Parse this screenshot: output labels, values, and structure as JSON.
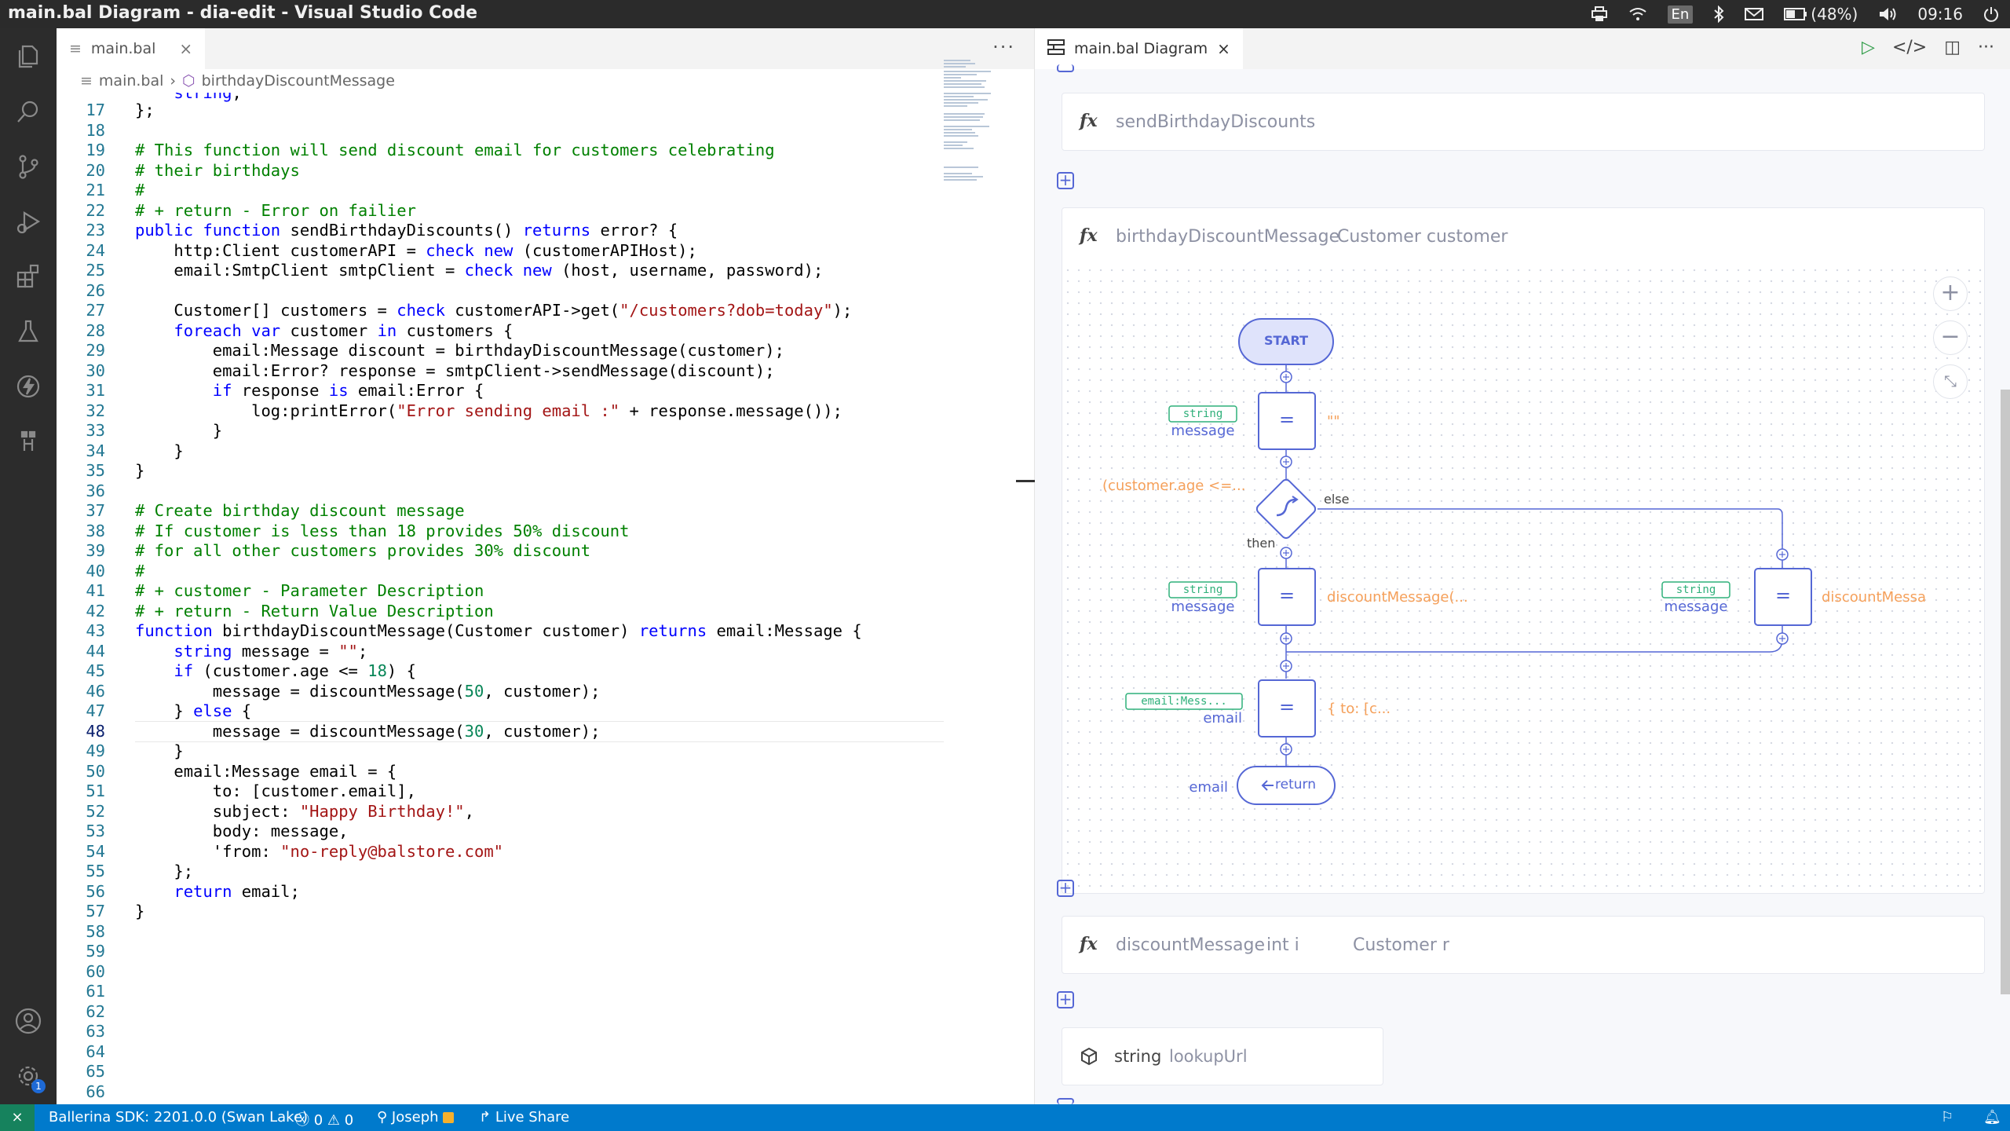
{
  "window": {
    "title": "main.bal Diagram - dia-edit - Visual Studio Code"
  },
  "tray": {
    "lang": "En",
    "battery": "(48%)",
    "time": "09:16"
  },
  "activity": {
    "settings_badge": "1"
  },
  "editor": {
    "tab_label": "main.bal",
    "more": "···",
    "breadcrumb_file": "main.bal",
    "breadcrumb_symbol": "birthdayDiscountMessage",
    "partial_top_line": "    string,",
    "lines": [
      {
        "n": "17",
        "t": "};"
      },
      {
        "n": "18",
        "t": ""
      },
      {
        "n": "19",
        "t": "# This function will send discount email for customers celebrating"
      },
      {
        "n": "20",
        "t": "# their birthdays"
      },
      {
        "n": "21",
        "t": "#"
      },
      {
        "n": "22",
        "t": "# + return - Error on failier"
      },
      {
        "n": "23",
        "t": "public function sendBirthdayDiscounts() returns error? {"
      },
      {
        "n": "24",
        "t": "    http:Client customerAPI = check new (customerAPIHost);"
      },
      {
        "n": "25",
        "t": "    email:SmtpClient smtpClient = check new (host, username, password);"
      },
      {
        "n": "26",
        "t": ""
      },
      {
        "n": "27",
        "t": "    Customer[] customers = check customerAPI->get(\"/customers?dob=today\");"
      },
      {
        "n": "28",
        "t": "    foreach var customer in customers {"
      },
      {
        "n": "29",
        "t": "        email:Message discount = birthdayDiscountMessage(customer);"
      },
      {
        "n": "30",
        "t": "        email:Error? response = smtpClient->sendMessage(discount);"
      },
      {
        "n": "31",
        "t": "        if response is email:Error {"
      },
      {
        "n": "32",
        "t": "            log:printError(\"Error sending email :\" + response.message());"
      },
      {
        "n": "33",
        "t": "        }"
      },
      {
        "n": "34",
        "t": "    }"
      },
      {
        "n": "35",
        "t": "}"
      },
      {
        "n": "36",
        "t": ""
      },
      {
        "n": "37",
        "t": "# Create birthday discount message"
      },
      {
        "n": "38",
        "t": "# If customer is less than 18 provides 50% discount"
      },
      {
        "n": "39",
        "t": "# for all other customers provides 30% discount"
      },
      {
        "n": "40",
        "t": "#"
      },
      {
        "n": "41",
        "t": "# + customer - Parameter Description"
      },
      {
        "n": "42",
        "t": "# + return - Return Value Description"
      },
      {
        "n": "43",
        "t": "function birthdayDiscountMessage(Customer customer) returns email:Message {"
      },
      {
        "n": "44",
        "t": "    string message = \"\";"
      },
      {
        "n": "45",
        "t": "    if (customer.age <= 18) {"
      },
      {
        "n": "46",
        "t": "        message = discountMessage(50, customer);"
      },
      {
        "n": "47",
        "t": "    } else {"
      },
      {
        "n": "48",
        "t": "        message = discountMessage(30, customer);"
      },
      {
        "n": "49",
        "t": "    }"
      },
      {
        "n": "50",
        "t": "    email:Message email = {"
      },
      {
        "n": "51",
        "t": "        to: [customer.email],"
      },
      {
        "n": "52",
        "t": "        subject: \"Happy Birthday!\","
      },
      {
        "n": "53",
        "t": "        body: message,"
      },
      {
        "n": "54",
        "t": "        'from: \"no-reply@balstore.com\""
      },
      {
        "n": "55",
        "t": "    };"
      },
      {
        "n": "56",
        "t": "    return email;"
      },
      {
        "n": "57",
        "t": "}"
      },
      {
        "n": "58",
        "t": ""
      },
      {
        "n": "59",
        "t": ""
      },
      {
        "n": "60",
        "t": ""
      },
      {
        "n": "61",
        "t": ""
      },
      {
        "n": "62",
        "t": ""
      },
      {
        "n": "63",
        "t": ""
      },
      {
        "n": "64",
        "t": ""
      },
      {
        "n": "65",
        "t": ""
      },
      {
        "n": "66",
        "t": ""
      }
    ],
    "current_line": "48"
  },
  "diagram": {
    "tab_label": "main.bal Diagram",
    "fx": "fx",
    "func1": {
      "name": "sendBirthdayDiscounts"
    },
    "func2": {
      "name": "birthdayDiscountMessage",
      "param": "Customer customer"
    },
    "func3": {
      "name": "discountMessage",
      "param1": "int i",
      "param2": "Customer r"
    },
    "const": {
      "type": "string",
      "name": "lookupUrl"
    },
    "flow": {
      "start": "START",
      "assign_symbol": "=",
      "var1_type": "string",
      "var1_name": "message",
      "var1_value": "\"\"",
      "if_cond": "(customer.age <=...",
      "else_label": "else",
      "then_label": "then",
      "var2_type": "string",
      "var2_name": "message",
      "var2_value": "discountMessage(...",
      "var3_type": "string",
      "var3_name": "message",
      "var3_value": "discountMessa",
      "var4_type": "email:Mess...",
      "var4_name": "email",
      "var4_value": "{ to: [c...",
      "return_label": "return",
      "return_var": "email"
    }
  },
  "status": {
    "sdk": "Ballerina SDK: 2201.0.0 (Swan Lake)",
    "errors": "0",
    "warnings": "0",
    "user": "Joseph",
    "live_share": "Live Share"
  }
}
